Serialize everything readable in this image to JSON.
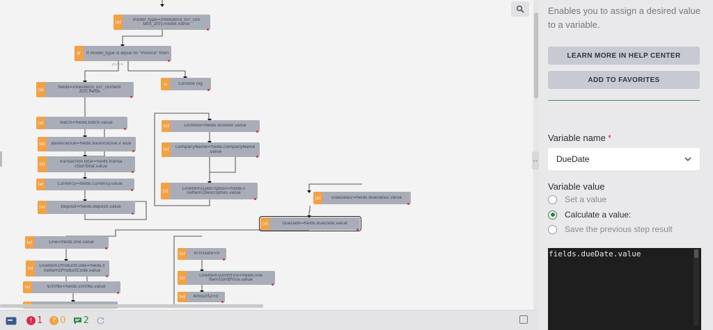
{
  "canvas": {
    "nodes": [
      {
        "id": "n1",
        "badge": "(x)",
        "text": "model_type=intellidocs_ocr_con tent_2[0].model.name"
      },
      {
        "id": "n2",
        "badge": "IF",
        "text": "If model_type is equal to \"Invoice\" then"
      },
      {
        "id": "n3",
        "badge": "(x)",
        "text": "fields=intellidocs_ocr_content 2[0].fields"
      },
      {
        "id": "n4",
        "badge": "≡",
        "text": "Console log"
      },
      {
        "id": "n5",
        "badge": "(x)",
        "text": "Batch=fields.batch.value"
      },
      {
        "id": "n6",
        "badge": "(x)",
        "text": "BalanceDue=fields.balanceDue.v alue"
      },
      {
        "id": "n7",
        "badge": "(x)",
        "text": "TransactionTotal=fields.transa ctionTotal.value"
      },
      {
        "id": "n8",
        "badge": "(x)",
        "text": "Currency=fields.currency.value"
      },
      {
        "id": "n9",
        "badge": "(x)",
        "text": "Deposit=fields.deposit.value"
      },
      {
        "id": "n10",
        "badge": "(x)",
        "text": "Lockbox=fields.lockbox.value"
      },
      {
        "id": "n11",
        "badge": "(x)",
        "text": "CompanyName=fields.companyName .value"
      },
      {
        "id": "n12",
        "badge": "(x)",
        "text": "LineItem1Description=fields.li neItem1Description.value"
      },
      {
        "id": "n13",
        "badge": "(x)",
        "text": "DueDate2=fields.dueDate2.value"
      },
      {
        "id": "n14",
        "badge": "(x)",
        "text": "DueDate=fields.dueDate.value"
      },
      {
        "id": "n15",
        "badge": "(x)",
        "text": "Line=fields.line.value"
      },
      {
        "id": "n16",
        "badge": "(x)",
        "text": "LineItem1ProductCode=fields.li neItem1ProductCode.value"
      },
      {
        "id": "n17",
        "badge": "(x)",
        "text": "VchrNo=fields.vchrNo.value"
      },
      {
        "id": "n18",
        "badge": "(x)",
        "text": "VchrDate=0"
      },
      {
        "id": "n19",
        "badge": "(x)",
        "text": "LineItem1UnitPrice=fields.line Item1UnitPrice.value"
      },
      {
        "id": "n20",
        "badge": "(x)",
        "text": "Amount2=0"
      },
      {
        "id": "n21",
        "badge": "(x)",
        "text": ""
      }
    ],
    "branch_yes": "yes",
    "branch_no": "no"
  },
  "statusbar": {
    "errors": "1",
    "warnings": "0",
    "messages": "2"
  },
  "panel": {
    "description": "Enables you to assign a desired value to a variable.",
    "help_button": "LEARN MORE IN HELP CENTER",
    "favorites_button": "ADD TO FAVORITES",
    "variable_name_label": "Variable name",
    "required_mark": "*",
    "variable_name_value": "DueDate",
    "variable_value_label": "Variable value",
    "radio_options": [
      {
        "label": "Set a value",
        "selected": false
      },
      {
        "label": "Calculate a value:",
        "selected": true
      },
      {
        "label": "Save the previous step result",
        "selected": false
      }
    ],
    "code": "fields.dueDate.value"
  },
  "colors": {
    "node_bg": "#a9adb8",
    "badge": "#f4a045",
    "accent_green": "#2f7d3e",
    "error_red": "#d62d4c",
    "warning_orange": "#f4a045",
    "message_green": "#2f8a45",
    "editor_bg": "#1e1e1e"
  },
  "icons": {
    "search": "search-icon",
    "chevron": "chevron-down-icon",
    "collapse": "collapse-panel-icon"
  }
}
